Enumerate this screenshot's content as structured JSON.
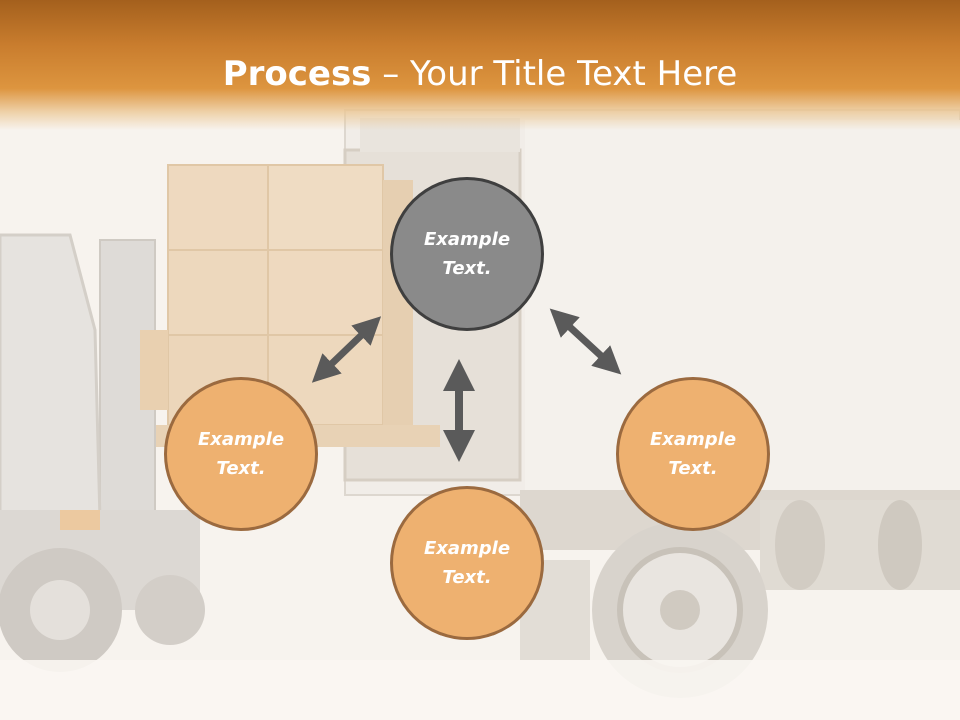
{
  "title": {
    "bold": "Process",
    "rest": " – Your Title Text Here"
  },
  "nodes": [
    {
      "label": "Example Text."
    },
    {
      "label": "Example Text."
    },
    {
      "label": "Example Text."
    },
    {
      "label": "Example Text."
    }
  ],
  "colors": {
    "header": "#c97d2e",
    "node_fill": "#eeb170",
    "node_border": "#9b6a3f",
    "center_fill": "#8a8a8a",
    "center_border": "#3f3f3f",
    "arrow": "#5a5a5a"
  },
  "background_image": "forklift-loading-boxes-into-truck"
}
